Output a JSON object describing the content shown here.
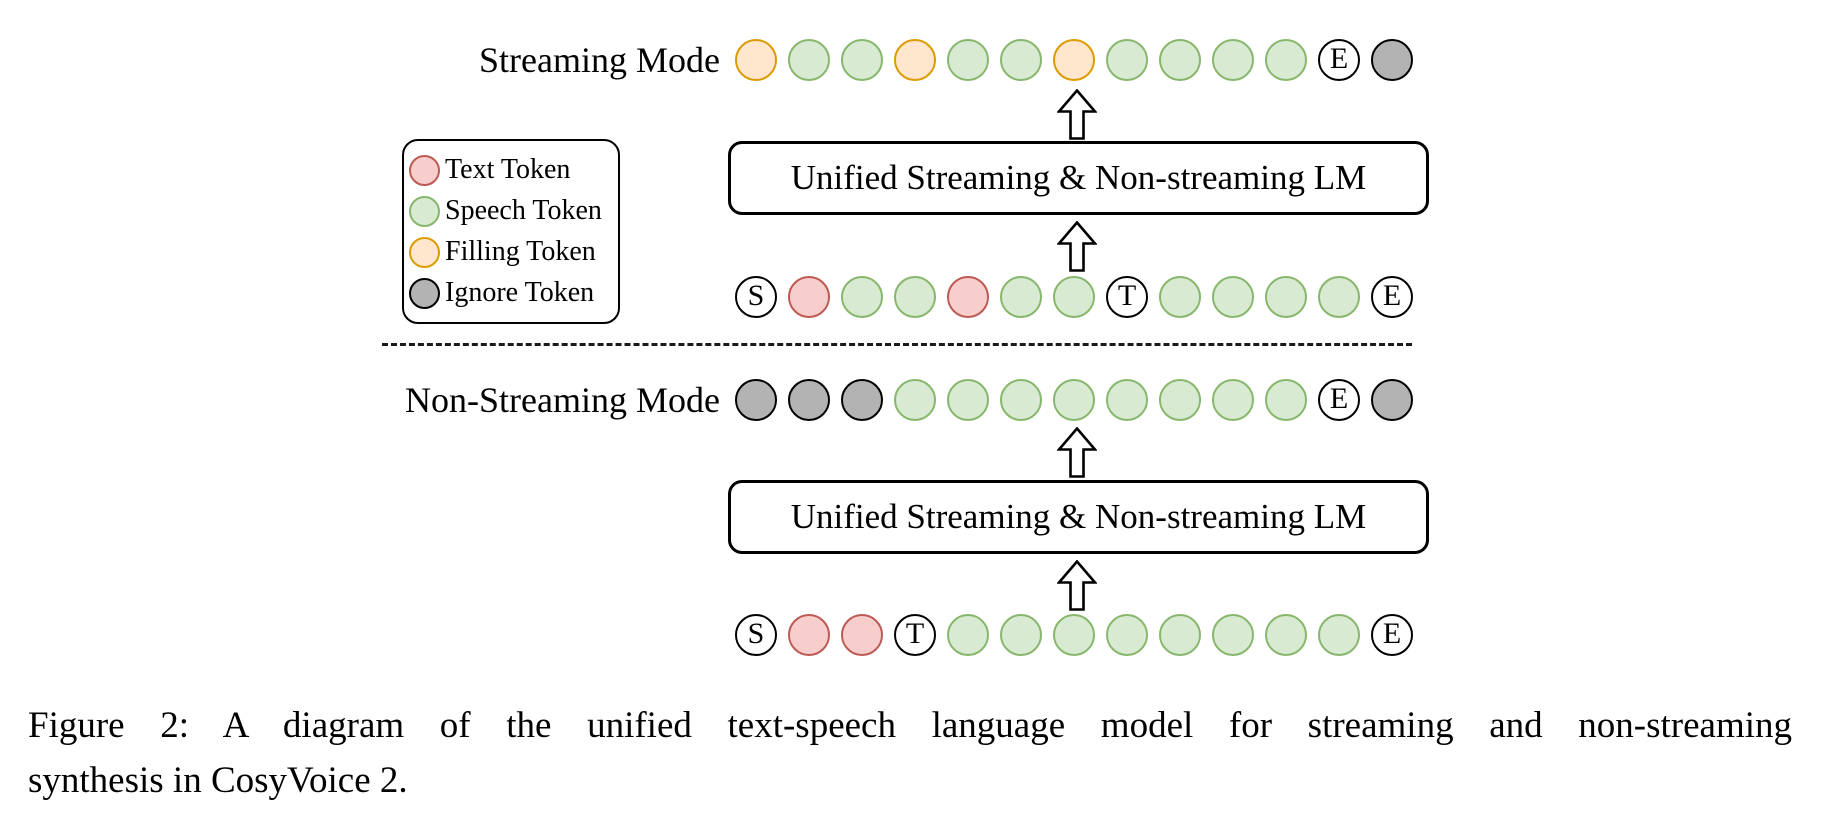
{
  "figure": {
    "streaming_label": "Streaming Mode",
    "non_streaming_label": "Non-Streaming Mode",
    "lm_box_label": "Unified Streaming & Non-streaming LM",
    "legend": {
      "items": [
        {
          "type": "text",
          "label": "Text Token"
        },
        {
          "type": "speech",
          "label": "Speech Token"
        },
        {
          "type": "filling",
          "label": "Filling Token"
        },
        {
          "type": "ignore",
          "label": "Ignore Token"
        }
      ]
    },
    "token_types": {
      "text": {
        "fill": "#f8cecc",
        "stroke": "#bc5a55",
        "name": "text-token"
      },
      "speech": {
        "fill": "#d9ead3",
        "stroke": "#87b76c",
        "name": "speech-token"
      },
      "filling": {
        "fill": "#ffe6cc",
        "stroke": "#dc9c00",
        "name": "filling-token"
      },
      "ignore": {
        "fill": "#b3b3b3",
        "stroke": "#000000",
        "name": "ignore-token"
      },
      "S": {
        "fill": "#ffffff",
        "stroke": "#000000",
        "label": "S",
        "name": "start-token"
      },
      "T": {
        "fill": "#ffffff",
        "stroke": "#000000",
        "label": "T",
        "name": "turn-token"
      },
      "E": {
        "fill": "#ffffff",
        "stroke": "#000000",
        "label": "E",
        "name": "end-token"
      }
    },
    "rows": {
      "streaming_output": [
        "filling",
        "speech",
        "speech",
        "filling",
        "speech",
        "speech",
        "filling",
        "speech",
        "speech",
        "speech",
        "speech",
        "E",
        "ignore"
      ],
      "streaming_input": [
        "S",
        "text",
        "speech",
        "speech",
        "text",
        "speech",
        "speech",
        "T",
        "speech",
        "speech",
        "speech",
        "speech",
        "E"
      ],
      "non_streaming_output": [
        "ignore",
        "ignore",
        "ignore",
        "speech",
        "speech",
        "speech",
        "speech",
        "speech",
        "speech",
        "speech",
        "speech",
        "E",
        "ignore"
      ],
      "non_streaming_input": [
        "S",
        "text",
        "text",
        "T",
        "speech",
        "speech",
        "speech",
        "speech",
        "speech",
        "speech",
        "speech",
        "speech",
        "E"
      ]
    }
  },
  "caption": {
    "line1": "Figure 2:  A diagram of the unified text-speech language model for streaming and non-streaming",
    "line2": "synthesis in CosyVoice 2."
  }
}
